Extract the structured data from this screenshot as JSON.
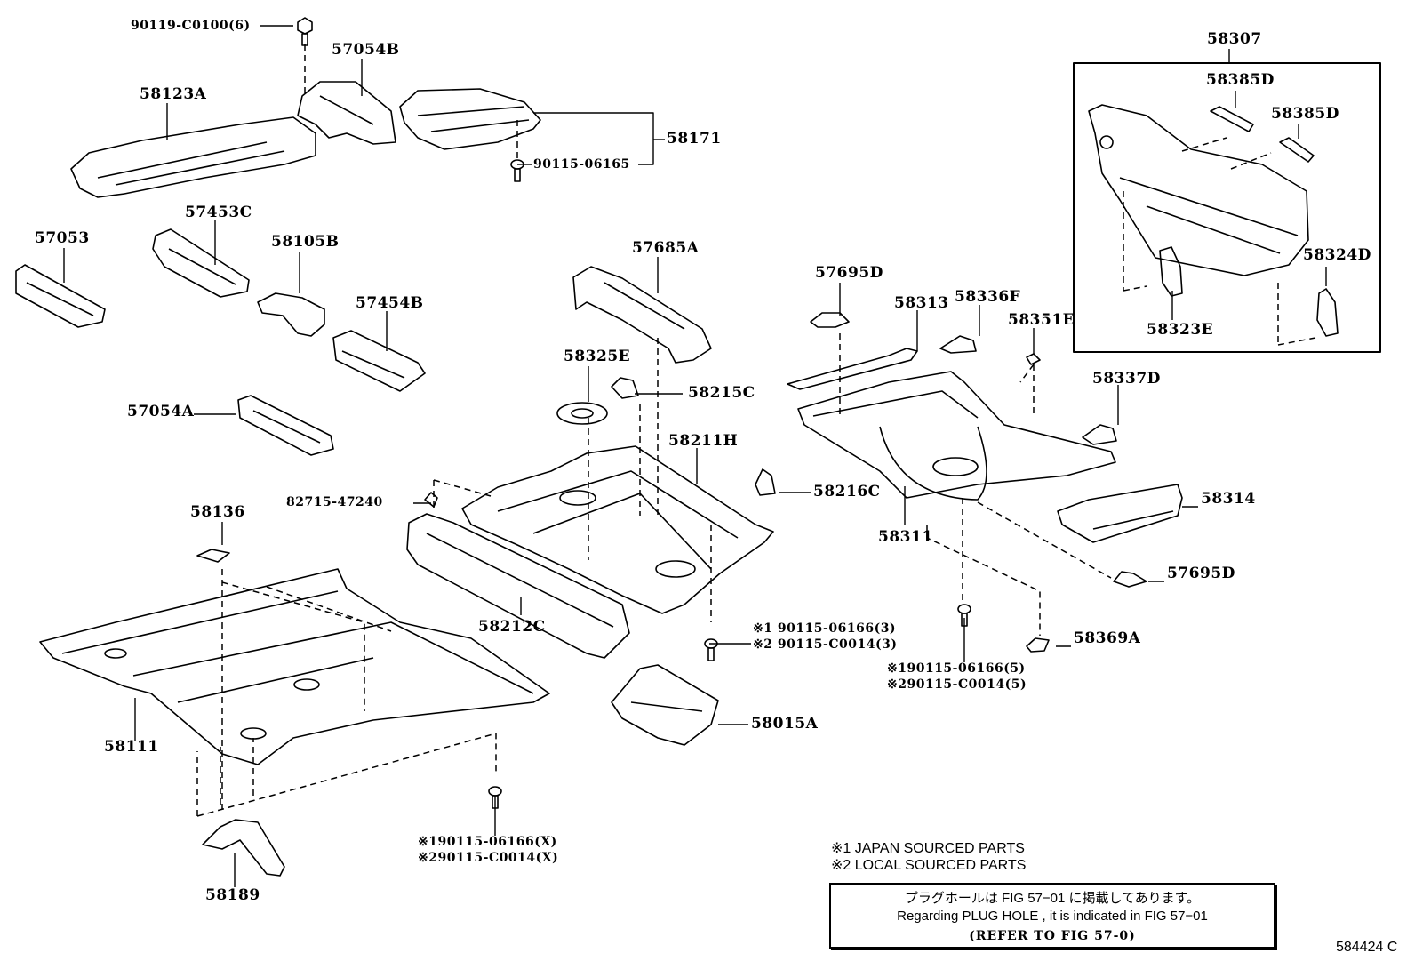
{
  "diagram": {
    "title": "Floor pan & lower back panel parts diagram",
    "figure_id": "584424 C",
    "group_label": "58307",
    "parts": [
      {
        "id": "p-90119",
        "label": "90119-C0100(6)"
      },
      {
        "id": "p-57054b",
        "label": "57054B"
      },
      {
        "id": "p-58123a",
        "label": "58123A"
      },
      {
        "id": "p-58171",
        "label": "58171"
      },
      {
        "id": "p-90115-06165",
        "label": "90115-06165"
      },
      {
        "id": "p-57453c",
        "label": "57453C"
      },
      {
        "id": "p-57053",
        "label": "57053"
      },
      {
        "id": "p-58105b",
        "label": "58105B"
      },
      {
        "id": "p-57454b",
        "label": "57454B"
      },
      {
        "id": "p-57054a",
        "label": "57054A"
      },
      {
        "id": "p-57685a",
        "label": "57685A"
      },
      {
        "id": "p-58325e",
        "label": "58325E"
      },
      {
        "id": "p-58215c",
        "label": "58215C"
      },
      {
        "id": "p-58211h",
        "label": "58211H"
      },
      {
        "id": "p-82715",
        "label": "82715-47240"
      },
      {
        "id": "p-58216c",
        "label": "58216C"
      },
      {
        "id": "p-58136",
        "label": "58136"
      },
      {
        "id": "p-58212c",
        "label": "58212C"
      },
      {
        "id": "p-58111",
        "label": "58111"
      },
      {
        "id": "p-58015a",
        "label": "58015A"
      },
      {
        "id": "p-58189",
        "label": "58189"
      },
      {
        "id": "p-57695d-1",
        "label": "57695D"
      },
      {
        "id": "p-58313",
        "label": "58313"
      },
      {
        "id": "p-58336f",
        "label": "58336F"
      },
      {
        "id": "p-58351e",
        "label": "58351E"
      },
      {
        "id": "p-58337d",
        "label": "58337D"
      },
      {
        "id": "p-58311",
        "label": "58311"
      },
      {
        "id": "p-58314",
        "label": "58314"
      },
      {
        "id": "p-57695d-2",
        "label": "57695D"
      },
      {
        "id": "p-58369a",
        "label": "58369A"
      },
      {
        "id": "p-58385d-1",
        "label": "58385D"
      },
      {
        "id": "p-58385d-2",
        "label": "58385D"
      },
      {
        "id": "p-58324d",
        "label": "58324D"
      },
      {
        "id": "p-58323e",
        "label": "58323E"
      }
    ],
    "bolts": {
      "center": {
        "line1": "※1 90115-06166(3)",
        "line2": "※2 90115-C0014(3)"
      },
      "right": {
        "line1": "※190115-06166(5)",
        "line2": "※290115-C0014(5)"
      },
      "bottom": {
        "line1": "※190115-06166(X)",
        "line2": "※290115-C0014(X)"
      }
    },
    "legend": {
      "note1": "※1 JAPAN SOURCED PARTS",
      "note2": "※2 LOCAL SOURCED PARTS"
    },
    "info_box": {
      "line_jp": "プラグホールは FIG 57−01 に掲載してあります。",
      "line_en": "Regarding  PLUG  HOLE , it is indicated in FIG  57−01",
      "line_ref": "(REFER TO FIG 57-0)"
    }
  }
}
